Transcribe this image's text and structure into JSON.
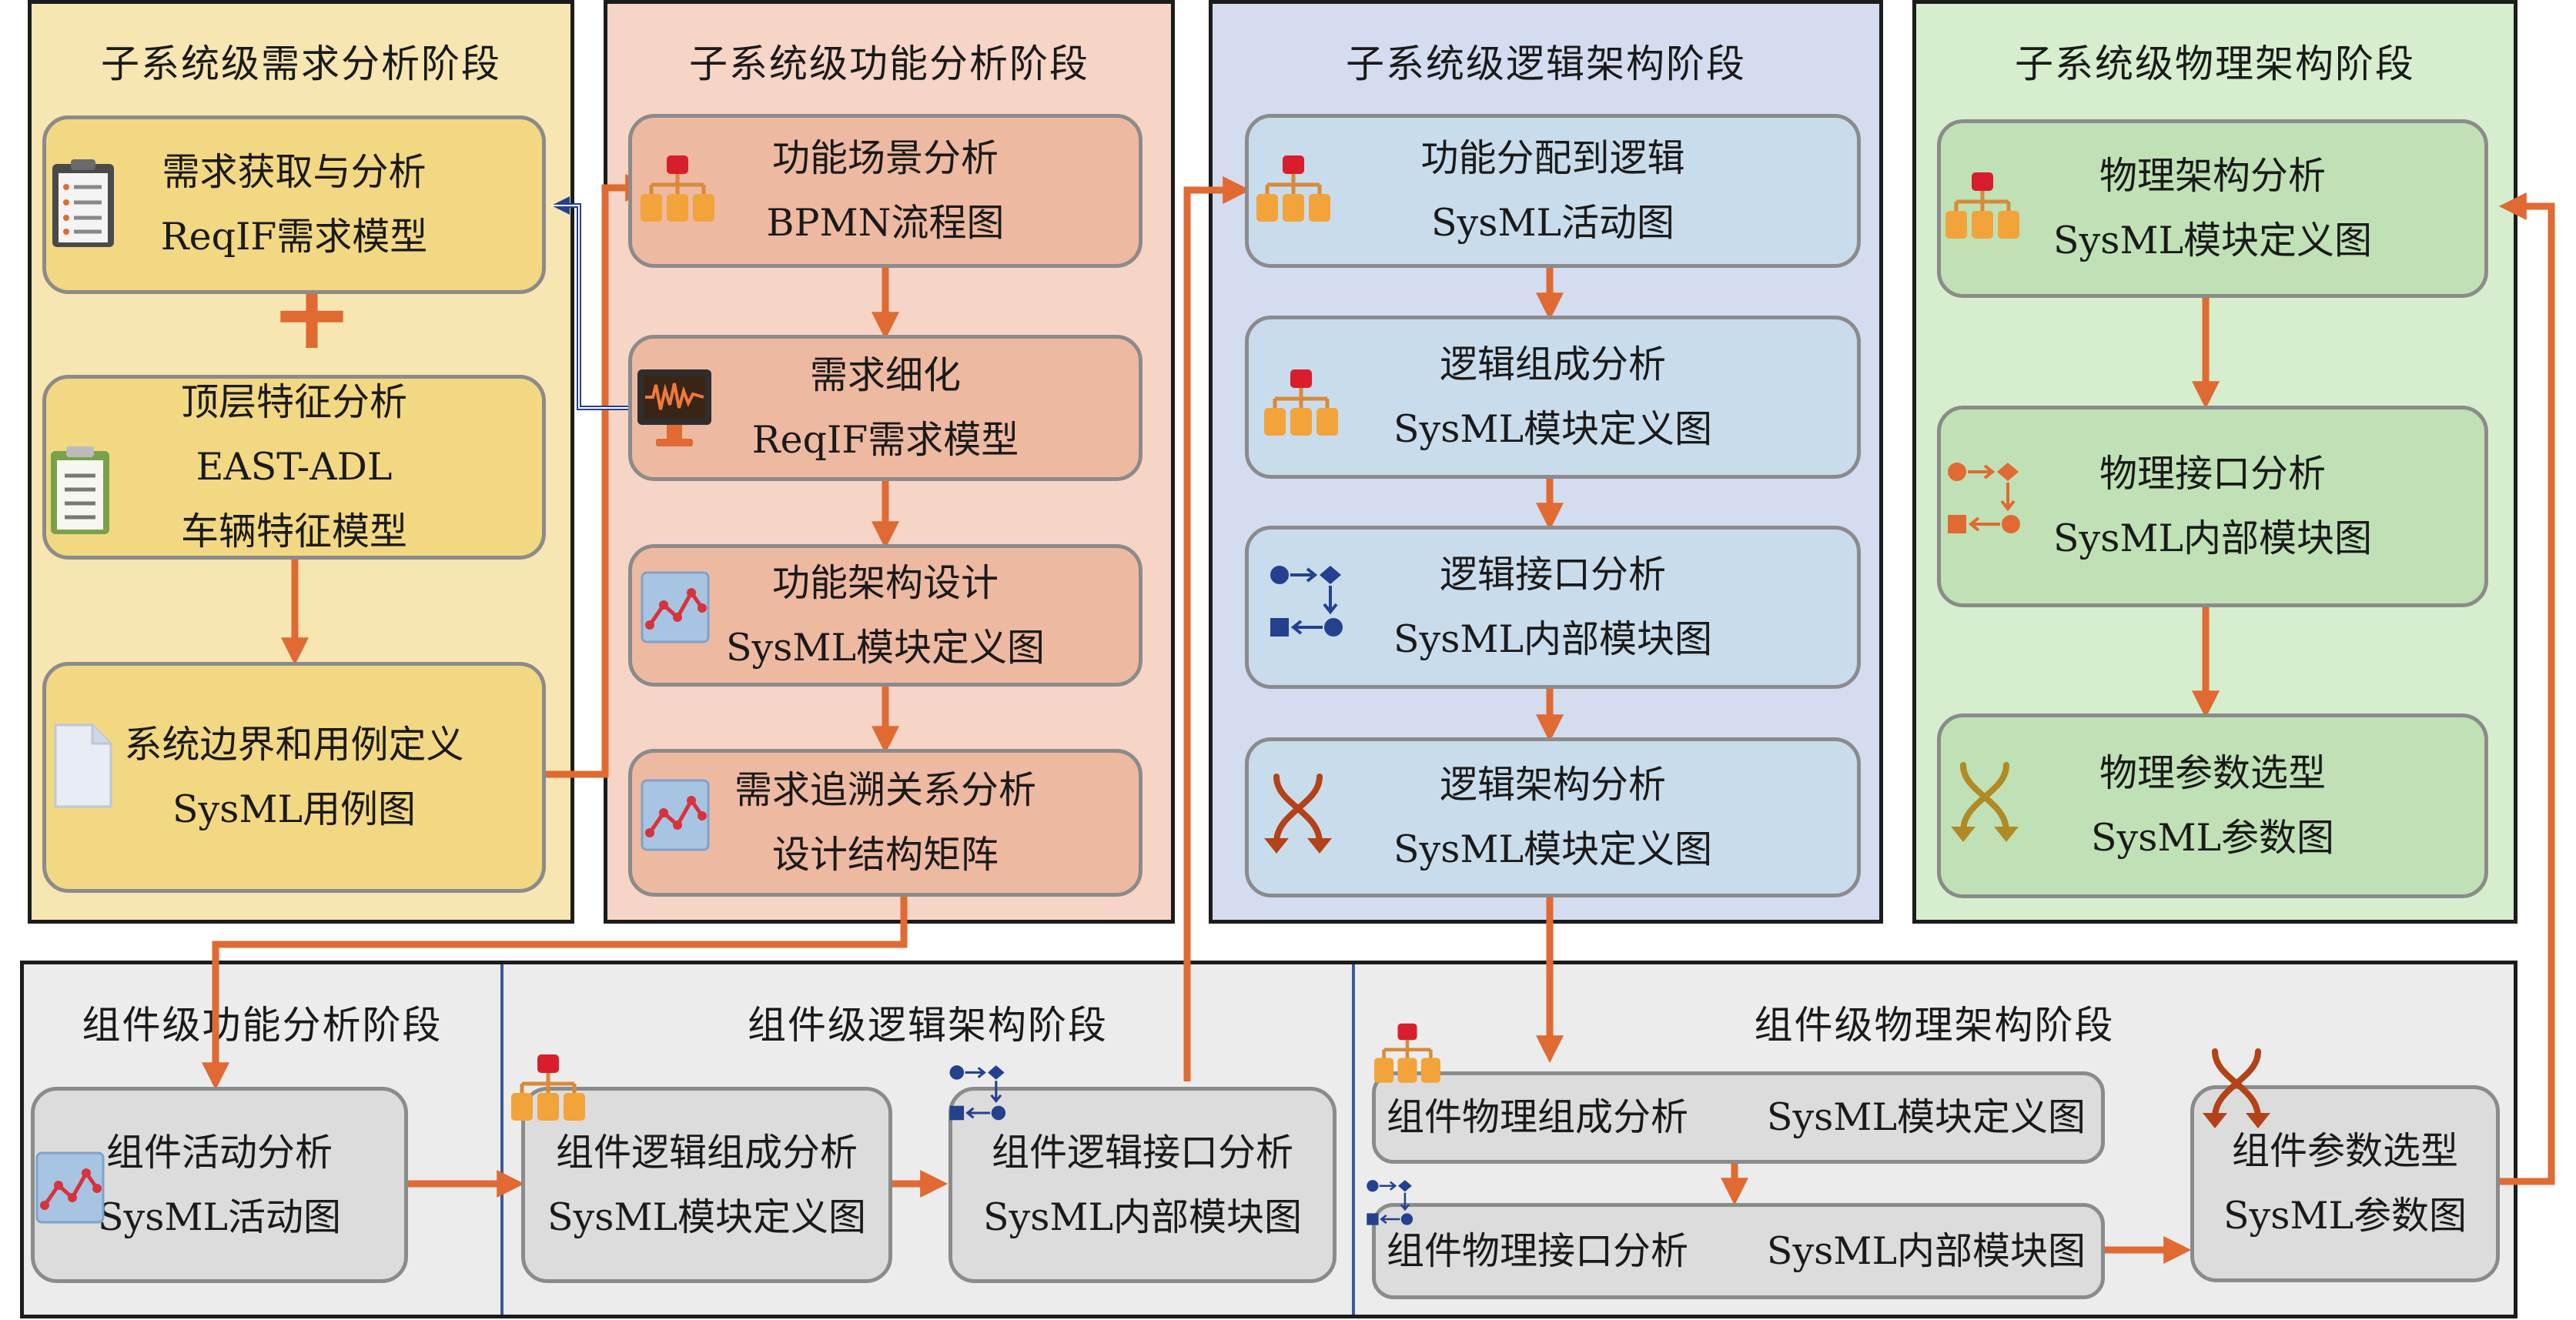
{
  "panels": {
    "req": "子系统级需求分析阶段",
    "func": "子系统级功能分析阶段",
    "logic": "子系统级逻辑架构阶段",
    "phys": "子系统级物理架构阶段",
    "comp_func": "组件级功能分析阶段",
    "comp_logic": "组件级逻辑架构阶段",
    "comp_phys": "组件级物理架构阶段"
  },
  "boxes": {
    "req_acq": [
      "需求获取与分析",
      "ReqIF需求模型"
    ],
    "top_feature": [
      "顶层特征分析",
      "EAST-ADL",
      "车辆特征模型"
    ],
    "sys_boundary": [
      "系统边界和用例定义",
      "SysML用例图"
    ],
    "func_scene": [
      "功能场景分析",
      "BPMN流程图"
    ],
    "req_refine": [
      "需求细化",
      "ReqIF需求模型"
    ],
    "func_arch": [
      "功能架构设计",
      "SysML模块定义图"
    ],
    "trace": [
      "需求追溯关系分析",
      "设计结构矩阵"
    ],
    "func_alloc": [
      "功能分配到逻辑",
      "SysML活动图"
    ],
    "logic_comp": [
      "逻辑组成分析",
      "SysML模块定义图"
    ],
    "logic_if": [
      "逻辑接口分析",
      "SysML内部模块图"
    ],
    "logic_arch": [
      "逻辑架构分析",
      "SysML模块定义图"
    ],
    "phys_arch": [
      "物理架构分析",
      "SysML模块定义图"
    ],
    "phys_if": [
      "物理接口分析",
      "SysML内部模块图"
    ],
    "phys_param": [
      "物理参数选型",
      "SysML参数图"
    ],
    "comp_act": [
      "组件活动分析",
      "SysML活动图"
    ],
    "comp_logic_comp": [
      "组件逻辑组成分析",
      "SysML模块定义图"
    ],
    "comp_logic_if": [
      "组件逻辑接口分析",
      "SysML内部模块图"
    ],
    "comp_phys_comp": [
      "组件物理组成分析",
      "SysML模块定义图"
    ],
    "comp_phys_if": [
      "组件物理接口分析",
      "SysML内部模块图"
    ],
    "comp_param": [
      "组件参数选型",
      "SysML参数图"
    ]
  },
  "plus_sign": "+",
  "colors": {
    "arrow": "#e06a32",
    "blue_arrow": "#23418e",
    "yellow_panel": "#f7e6b2",
    "salmon_panel": "#f6d5c6",
    "blue_panel": "#d4dcf0",
    "green_panel": "#d6eecd",
    "gray_panel": "#ececec"
  },
  "icons": [
    "clipboard-icon",
    "document-icon",
    "hierarchy-icon",
    "monitor-icon",
    "line-chart-icon",
    "interface-icon",
    "crossing-arrows-icon"
  ]
}
